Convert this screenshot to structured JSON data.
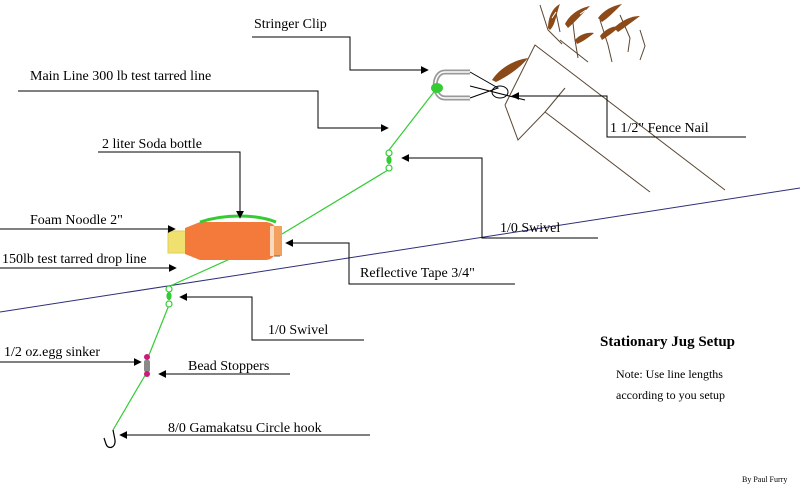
{
  "labels": {
    "stringer_clip": "Stringer Clip",
    "main_line": "Main Line 300 lb test tarred line",
    "fence_nail": "1 1/2\" Fence Nail",
    "soda_bottle": "2 liter Soda bottle",
    "foam_noodle": "Foam Noodle 2\"",
    "drop_line": "150lb test tarred drop line",
    "swivel_top": "1/0 Swivel",
    "reflective_tape": "Reflective Tape 3/4\"",
    "swivel_bottom": "1/0 Swivel",
    "sinker": "1/2 oz.egg sinker",
    "bead_stoppers": "Bead Stoppers",
    "circle_hook": "8/0 Gamakatsu Circle hook"
  },
  "title": "Stationary Jug Setup",
  "note": {
    "line1": "Note: Use line lengths",
    "line2": "according to you setup"
  },
  "credit": "By Paul Furry",
  "colors": {
    "line": "#33cc33",
    "bottle": "#f47a3c",
    "bottle_cap": "#f2a060",
    "noodle": "#f0e070",
    "water": "#2e2e7a",
    "branch": "#5a4632",
    "leaves": "#8b4a18",
    "sinker": "#9a3a6a",
    "clip": "#9a9a9a"
  }
}
